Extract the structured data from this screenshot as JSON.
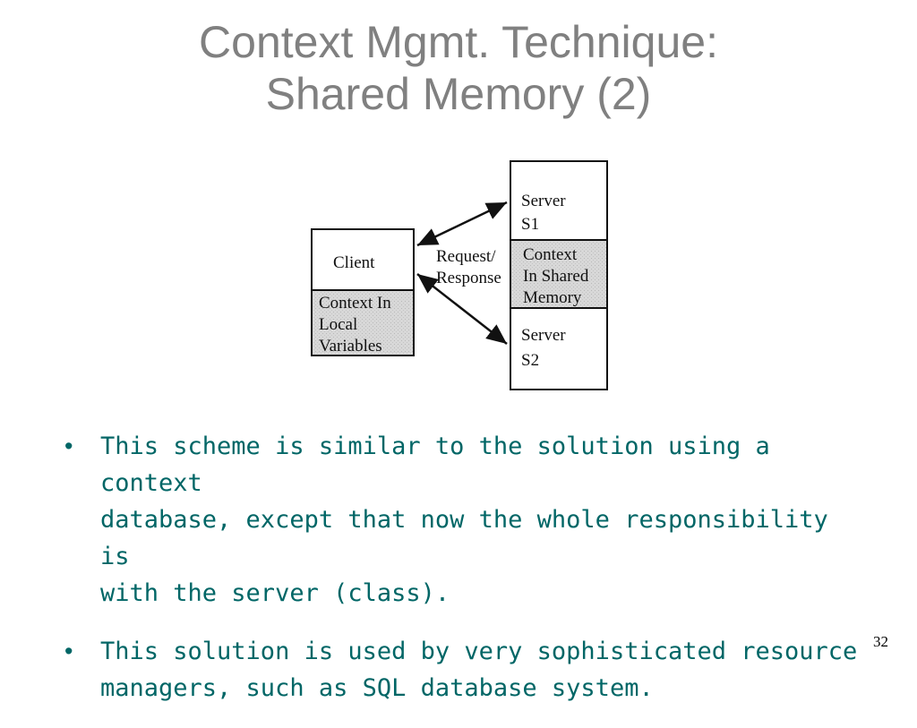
{
  "slide": {
    "title_line1": "Context Mgmt. Technique:",
    "title_line2": "Shared Memory (2)",
    "page_number": "32"
  },
  "diagram": {
    "client_label": "Client",
    "client_context": [
      "Context In",
      "Local",
      "Variables"
    ],
    "arrow_label": [
      "Request/",
      "Response"
    ],
    "server_s1": [
      "Server",
      "S1"
    ],
    "shared_context": [
      "Context",
      "In Shared",
      "Memory"
    ],
    "server_s2": [
      "Server",
      "S2"
    ]
  },
  "bullets": [
    {
      "lines": [
        "This scheme is similar to the solution using a context",
        "database, except that now the whole responsibility is",
        "with the server (class)."
      ]
    },
    {
      "lines": [
        "This solution is used by very sophisticated resource",
        "managers, such as SQL database system."
      ]
    }
  ],
  "colors": {
    "title": "#808080",
    "bullet_text": "#006666",
    "shaded_box": "#d8d8d8"
  }
}
